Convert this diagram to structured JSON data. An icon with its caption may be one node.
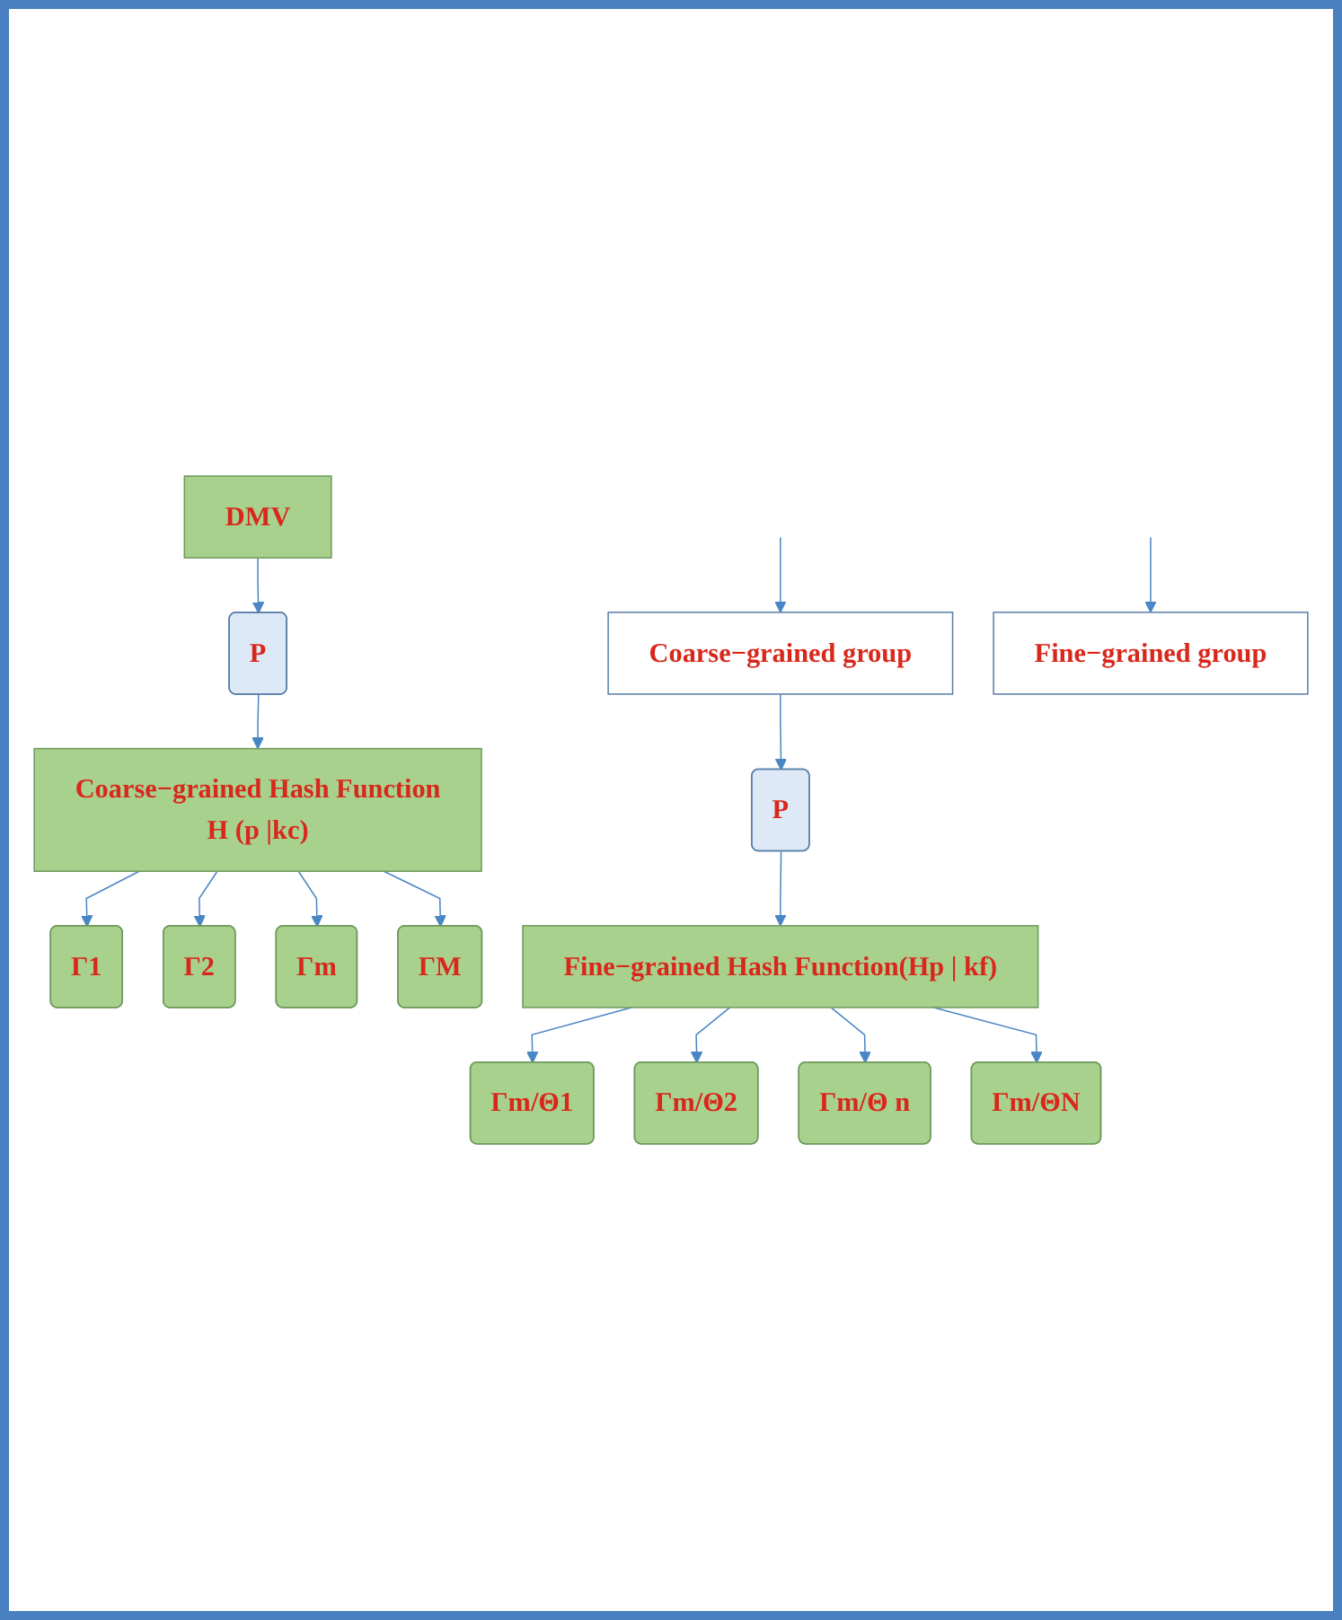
{
  "diagram": {
    "nodes": [
      {
        "text": [
          "DMV"
        ]
      },
      {
        "text": [
          "P"
        ]
      },
      {
        "text": [
          "Coarse−grained Hash Function",
          "H (p |kc)"
        ]
      },
      {
        "text": [
          "Γ1"
        ]
      },
      {
        "text": [
          "Γ2"
        ]
      },
      {
        "text": [
          "Γm"
        ]
      },
      {
        "text": [
          "ΓM"
        ]
      },
      {
        "text": [
          "Coarse−grained group"
        ]
      },
      {
        "text": [
          "P"
        ]
      },
      {
        "text": [
          "Fine−grained Hash Function(Hp | kf)"
        ]
      },
      {
        "text": [
          "Γm/Θ1"
        ]
      },
      {
        "text": [
          "Γm/Θ2"
        ]
      },
      {
        "text": [
          "Γm/Θ n"
        ]
      },
      {
        "text": [
          "Γm/ΘN"
        ]
      },
      {
        "text": [
          "Fine−grained group"
        ]
      }
    ],
    "edges": [
      {
        "from": 0,
        "to": 1,
        "arrow": "to"
      },
      {
        "from": 1,
        "to": 2,
        "arrow": "to"
      },
      {
        "from": 2,
        "to": 3,
        "arrow": "to"
      },
      {
        "from": 2,
        "to": 4,
        "arrow": "to"
      },
      {
        "from": 2,
        "to": 5,
        "arrow": "to"
      },
      {
        "from": 2,
        "to": 6,
        "arrow": "to"
      },
      {
        "from": null,
        "to": 7,
        "arrow": "to"
      },
      {
        "from": 7,
        "to": 8,
        "arrow": "to"
      },
      {
        "from": 8,
        "to": 9,
        "arrow": "to"
      },
      {
        "from": 9,
        "to": 10,
        "arrow": "to"
      },
      {
        "from": 9,
        "to": 11,
        "arrow": "to"
      },
      {
        "from": 9,
        "to": 12,
        "arrow": "to"
      },
      {
        "from": 9,
        "to": 13,
        "arrow": "to"
      },
      {
        "from": null,
        "to": 14,
        "arrow": "to"
      }
    ]
  }
}
